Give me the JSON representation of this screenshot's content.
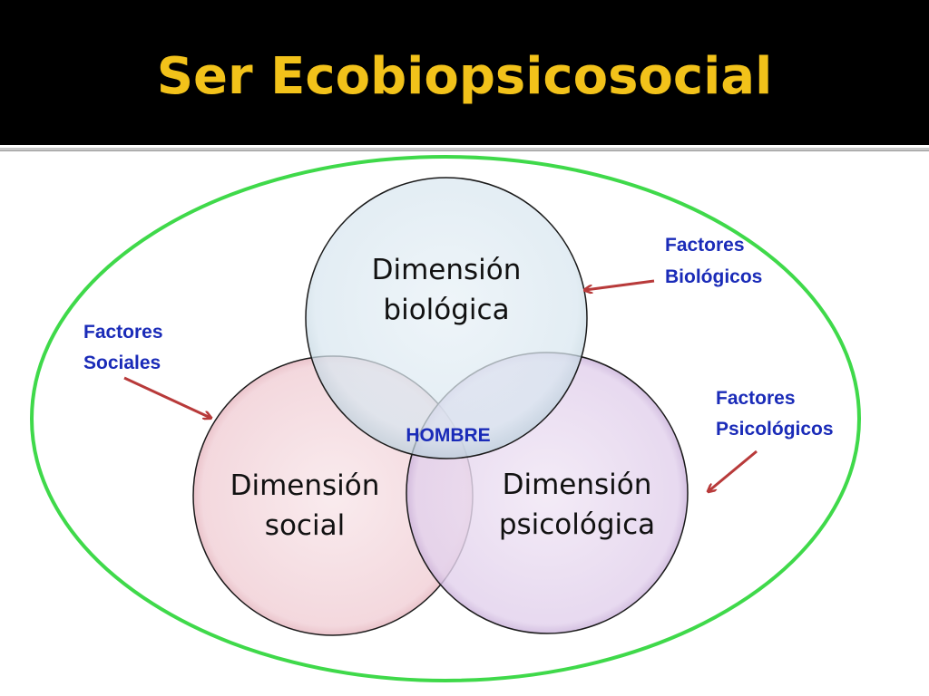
{
  "title": "Ser Ecobiopsicosocial",
  "center_label": "HOMBRE",
  "circles": {
    "biologica": {
      "line1": "Dimensión",
      "line2": "biológica",
      "fill": "#dde9f1",
      "stroke": "#1a1a1a"
    },
    "social": {
      "line1": "Dimensión",
      "line2": "social",
      "fill": "#f4dadf",
      "stroke": "#1a1a1a"
    },
    "psicologica": {
      "line1": "Dimensión",
      "line2": "psicológica",
      "fill": "#e6d7ee",
      "stroke": "#1a1a1a"
    }
  },
  "factors": {
    "biologicos": {
      "line1": "Factores",
      "line2": "Biológicos"
    },
    "sociales": {
      "line1": "Factores",
      "line2": "Sociales"
    },
    "psicologicos": {
      "line1": "Factores",
      "line2": "Psicológicos"
    }
  },
  "colors": {
    "title": "#f2c21a",
    "title_bar": "#000000",
    "outer_ellipse": "#3fd94a",
    "factor_text": "#1a2bb8",
    "arrow": "#b83a3a"
  }
}
